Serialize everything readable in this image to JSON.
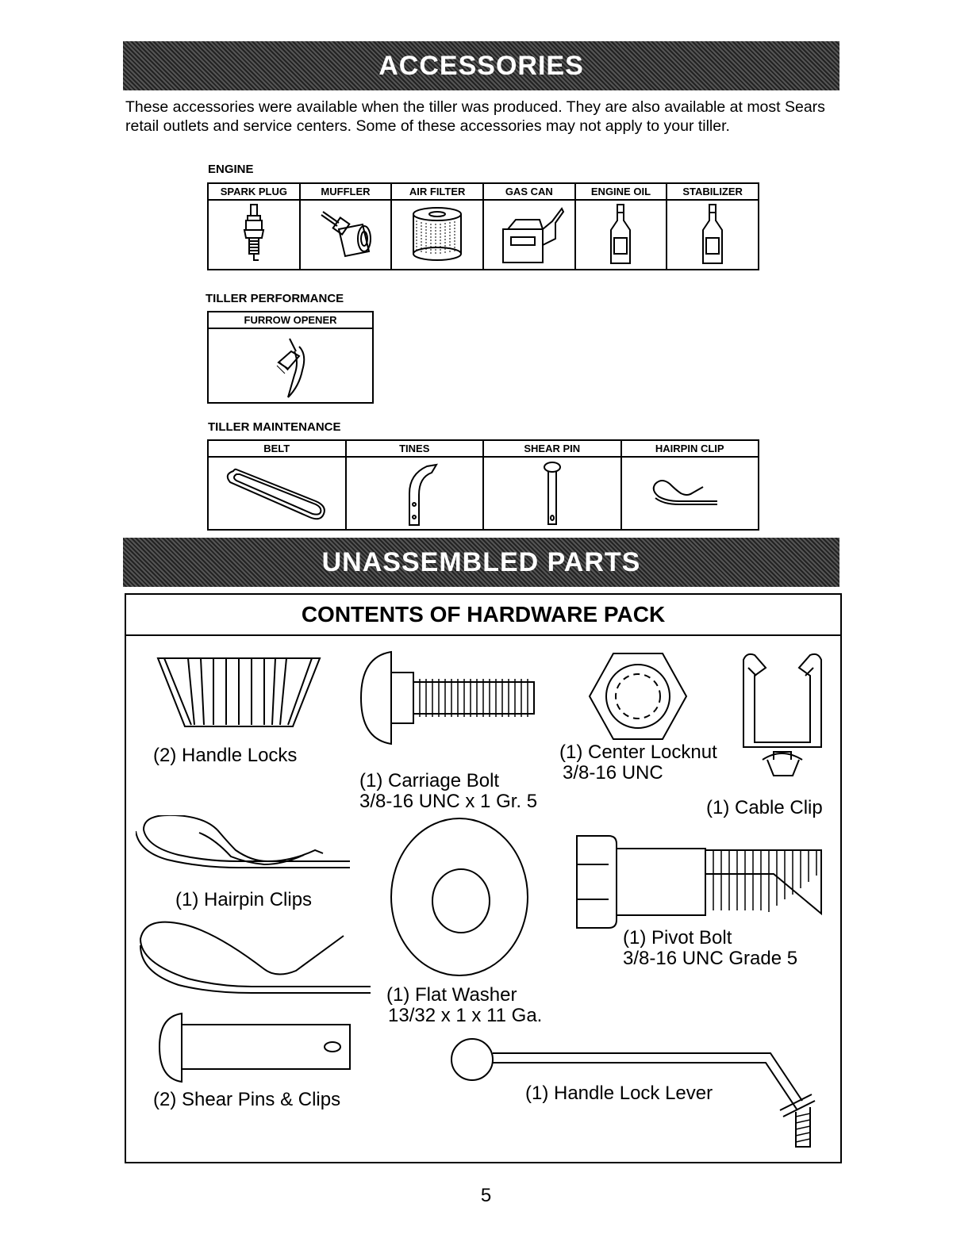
{
  "accessories": {
    "banner": "ACCESSORIES",
    "intro": "These accessories were available when the tiller was produced.  They are also available at most Sears retail outlets and service centers.  Some of these accessories may not apply to your tiller.",
    "engine": {
      "heading": "ENGINE",
      "items": [
        {
          "label": "SPARK PLUG",
          "icon": "spark-plug-icon"
        },
        {
          "label": "MUFFLER",
          "icon": "muffler-icon"
        },
        {
          "label": "AIR FILTER",
          "icon": "air-filter-icon"
        },
        {
          "label": "GAS CAN",
          "icon": "gas-can-icon"
        },
        {
          "label": "ENGINE OIL",
          "icon": "oil-bottle-icon"
        },
        {
          "label": "STABILIZER",
          "icon": "stabilizer-bottle-icon"
        }
      ]
    },
    "performance": {
      "heading": "TILLER PERFORMANCE",
      "items": [
        {
          "label": "FURROW OPENER",
          "icon": "furrow-opener-icon"
        }
      ]
    },
    "maintenance": {
      "heading": "TILLER MAINTENANCE",
      "items": [
        {
          "label": "BELT",
          "icon": "belt-icon"
        },
        {
          "label": "TINES",
          "icon": "tine-icon"
        },
        {
          "label": "SHEAR PIN",
          "icon": "shear-pin-icon"
        },
        {
          "label": "HAIRPIN CLIP",
          "icon": "hairpin-clip-icon"
        }
      ]
    }
  },
  "unassembled": {
    "banner": "UNASSEMBLED PARTS",
    "title": "CONTENTS OF HARDWARE PACK",
    "parts": {
      "handle_locks": "(2) Handle Locks",
      "carriage_bolt": "(1) Carriage Bolt",
      "carriage_bolt_spec": "3/8-16 UNC x 1 Gr. 5",
      "center_locknut": "(1) Center Locknut",
      "center_locknut_spec": "3/8-16 UNC",
      "cable_clip": "(1) Cable Clip",
      "hairpin_clips": "(1) Hairpin Clips",
      "pivot_bolt": "(1) Pivot Bolt",
      "pivot_bolt_spec": "3/8-16 UNC Grade 5",
      "flat_washer": "(1) Flat Washer",
      "flat_washer_spec": "13/32 x 1 x 11 Ga.",
      "shear_pins": "(2) Shear Pins & Clips",
      "handle_lock_lever": "(1) Handle Lock Lever"
    }
  },
  "page_number": "5"
}
